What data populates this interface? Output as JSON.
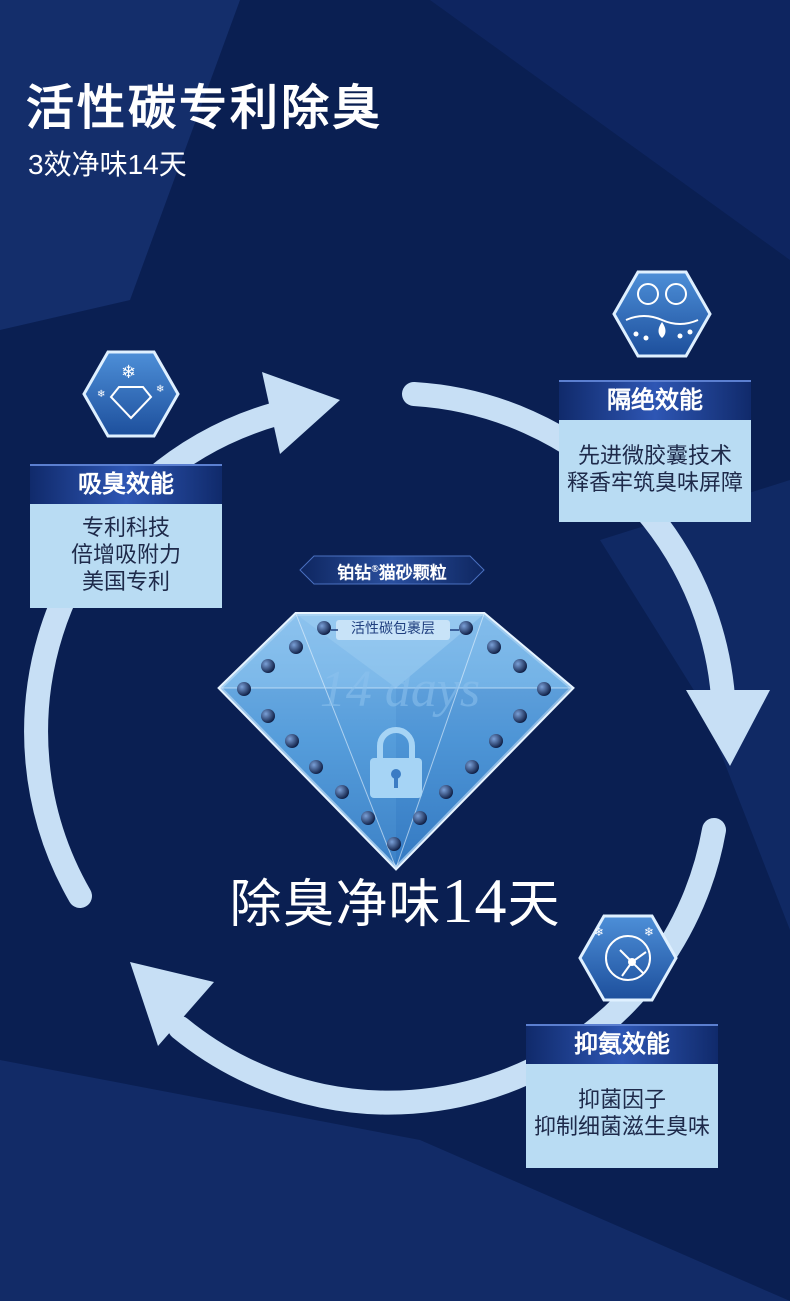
{
  "header": {
    "title": "活性碳专利除臭",
    "subtitle": "3效净味14天"
  },
  "product_badge": {
    "label": "铂钻",
    "mark": "®",
    "label2": "猫砂颗粒"
  },
  "diamond": {
    "layer_label": "活性碳包裹层",
    "days_text": "14 days"
  },
  "center_title": {
    "text": "除臭净味",
    "number": "14",
    "unit": "天"
  },
  "cards": {
    "absorb": {
      "title": "吸臭效能",
      "lines": [
        "专利科技",
        "倍增吸附力",
        "美国专利"
      ],
      "icon": "diamond-snowflake-icon"
    },
    "barrier": {
      "title": "隔绝效能",
      "lines": [
        "先进微胶囊技术",
        "释香牢筑臭味屏障"
      ],
      "icon": "microcapsule-barrier-icon"
    },
    "ammonia": {
      "title": "抑氨效能",
      "lines": [
        "抑菌因子",
        "抑制细菌滋生臭味"
      ],
      "icon": "bacteria-inhibit-icon"
    }
  },
  "colors": {
    "background": "#0a1f52",
    "arrow": "#c7dff5",
    "card_body": "#b9dcf3",
    "card_head": "#1d3f93",
    "diamond": "#5fa6e0"
  }
}
